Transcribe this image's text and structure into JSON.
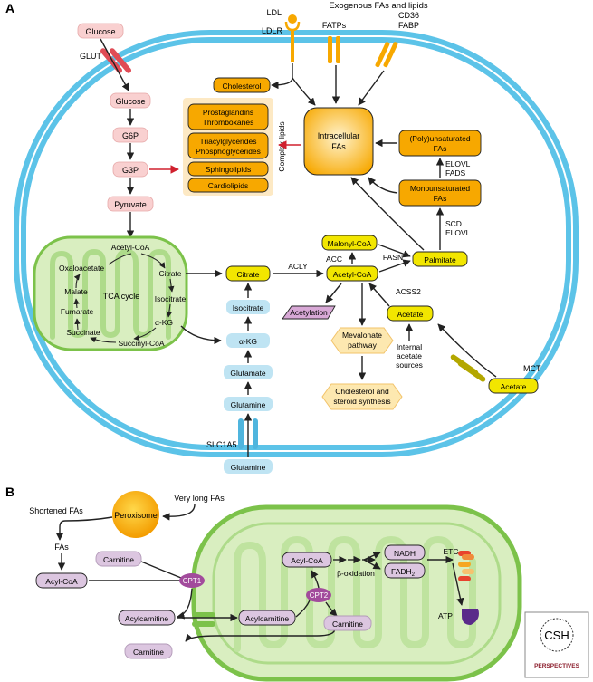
{
  "panels": {
    "a": "A",
    "b": "B"
  },
  "colors": {
    "membrane": "#5cc3e8",
    "pink_box": "#f9d0d0",
    "orange_box": "#f7a800",
    "yellow_box": "#f2e600",
    "blue_box": "#bfe4f3",
    "purple_box": "#dcc6e0",
    "mito_fill": "#d9eec0",
    "mito_border": "#7cc24a",
    "arrow": "#222222",
    "red_arrow": "#d0202e"
  },
  "panelA": {
    "exogenous_title": "Exogenous FAs and lipids",
    "transporters": {
      "ldl": "LDL",
      "ldlr": "LDLR",
      "fatps": "FATPs",
      "cd36": "CD36",
      "fabp": "FABP",
      "glut": "GLUT",
      "slc1a5": "SLC1A5",
      "mct": "MCT"
    },
    "glycolysis": [
      "Glucose",
      "Glucose",
      "G6P",
      "G3P",
      "Pyruvate"
    ],
    "complex_lipids": [
      "Prostaglandins\nThromboxanes",
      "Triacylglycerides\nPhosphoglycerides",
      "Sphingolipids",
      "Cardiolipids"
    ],
    "complex_lipids_label": "Complex lipids",
    "cholesterol": "Cholesterol",
    "intracellular_fas": "Intracellular\nFAs",
    "polyunsaturated": "(Poly)unsaturated\nFAs",
    "monounsaturated": "Monounsaturated\nFAs",
    "elovl_fads": "ELOVL\nFADS",
    "scd_elovl": "SCD\nELOVL",
    "tca": {
      "acetyl_coa": "Acetyl-CoA",
      "oxaloacetate": "Oxaloacetate",
      "citrate": "Citrate",
      "malate": "Malate",
      "cycle": "TCA cycle",
      "isocitrate": "Isocitrate",
      "fumarate": "Fumarate",
      "akg": "α-KG",
      "succinate": "Succinate",
      "succinyl_coa": "Succinyl-CoA"
    },
    "citrate": "Citrate",
    "acly": "ACLY",
    "acetyl_coa": "Acetyl-CoA",
    "malonyl_coa": "Malonyl-CoA",
    "acc": "ACC",
    "fasn": "FASN",
    "palmitate": "Palmitate",
    "acss2": "ACSS2",
    "acetate": "Acetate",
    "acetylation": "Acetylation",
    "mevalonate": "Mevalonate\npathway",
    "cholesterol_synth": "Cholesterol and\nsteroid synthesis",
    "internal_acetate": "Internal\nacetate\nsources",
    "acetate_out": "Acetate",
    "glutamine_path": [
      "Isocitrate",
      "α-KG",
      "Glutamate",
      "Glutamine",
      "Glutamine"
    ]
  },
  "panelB": {
    "very_long": "Very long FAs",
    "peroxisome": "Peroxisome",
    "shortened": "Shortened FAs",
    "fas": "FAs",
    "carnitine": "Carnitine",
    "acyl_coa": "Acyl-CoA",
    "cpt1": "CPT1",
    "acylcarnitine": "Acylcarnitine",
    "carnitine_out": "Carnitine",
    "acylcarnitine_in": "Acylcarnitine",
    "cpt2": "CPT2",
    "carnitine_in": "Carnitine",
    "acyl_coa_in": "Acyl-CoA",
    "beta_ox": "β-oxidation",
    "nadh": "NADH",
    "fadh2": "FADH",
    "fadh2_sub": "2",
    "etc": "ETC",
    "atp": "ATP"
  },
  "logo": {
    "top": "CSH",
    "bottom": "PERSPECTIVES"
  }
}
